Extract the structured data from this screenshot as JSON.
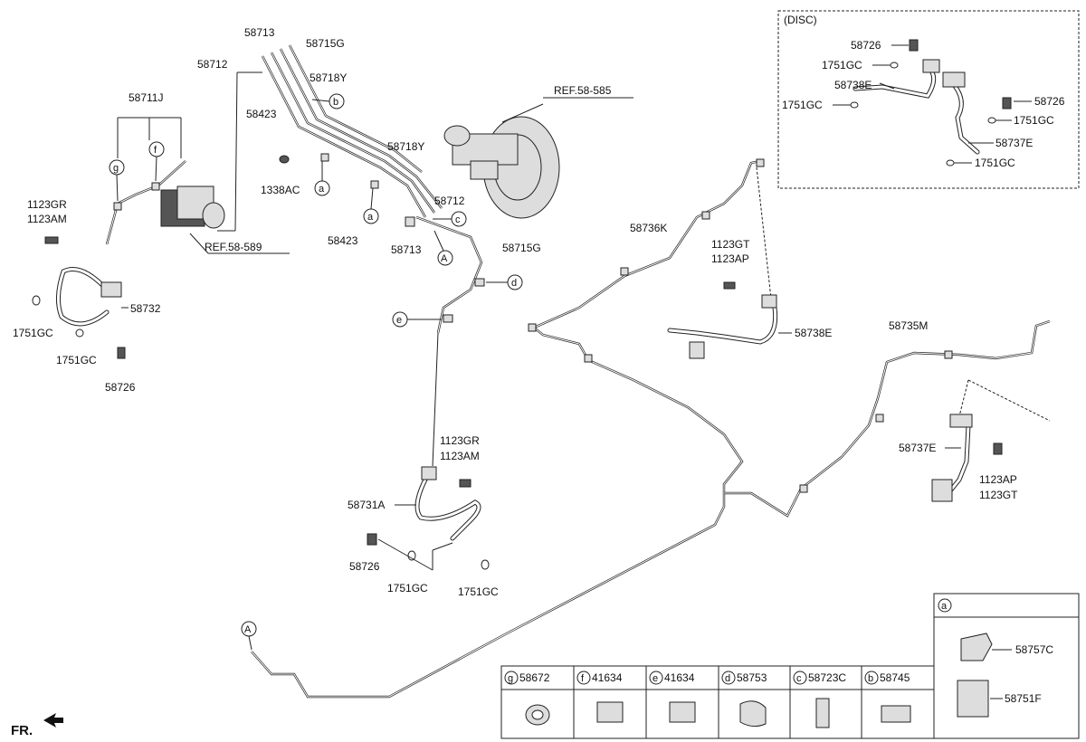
{
  "diagram": {
    "disc_inset_title": "(DISC)",
    "front_indicator": "FR.",
    "labels": {
      "p58713_top": "58713",
      "p58715G_top": "58715G",
      "p58712_top": "58712",
      "p58718Y_top": "58718Y",
      "p58423_top": "58423",
      "p58711J": "58711J",
      "ref58585": "REF.58-585",
      "p58718Y_mid": "58718Y",
      "p1338AC": "1338AC",
      "p58712_mid": "58712",
      "p58423_mid": "58423",
      "p58713_mid": "58713",
      "p58715G_mid": "58715G",
      "ref58589": "REF.58-589",
      "p1123GR_left": "1123GR",
      "p1123AM_left": "1123AM",
      "p58732": "58732",
      "p1751GC_l1": "1751GC",
      "p1751GC_l2": "1751GC",
      "p58726_left": "58726",
      "p58736K": "58736K",
      "p1123GT_mid": "1123GT",
      "p1123AP_mid": "1123AP",
      "p58738E_mid": "58738E",
      "p58735M": "58735M",
      "p58737E_right": "58737E",
      "p1123AP_right": "1123AP",
      "p1123GT_right": "1123GT",
      "p1123GR_low": "1123GR",
      "p1123AM_low": "1123AM",
      "p58731A": "58731A",
      "p58726_low": "58726",
      "p1751GC_low1": "1751GC",
      "p1751GC_low2": "1751GC",
      "d58726_a": "58726",
      "d1751GC_a": "1751GC",
      "d58738E": "58738E",
      "d1751GC_b": "1751GC",
      "d58726_b": "58726",
      "d1751GC_c": "1751GC",
      "d58737E": "58737E",
      "d1751GC_d": "1751GC"
    },
    "callouts": {
      "a1": "a",
      "a2": "a",
      "b1": "b",
      "c1": "c",
      "d1": "d",
      "e1": "e",
      "f1": "f",
      "g1": "g",
      "A1": "A",
      "A2": "A"
    },
    "legend": [
      {
        "letter": "g",
        "part": "58672"
      },
      {
        "letter": "f",
        "part": "41634"
      },
      {
        "letter": "e",
        "part": "41634"
      },
      {
        "letter": "d",
        "part": "58753"
      },
      {
        "letter": "c",
        "part": "58723C"
      },
      {
        "letter": "b",
        "part": "58745"
      }
    ],
    "legend_a": {
      "letter": "a",
      "part1": "58757C",
      "part2": "58751F"
    }
  }
}
